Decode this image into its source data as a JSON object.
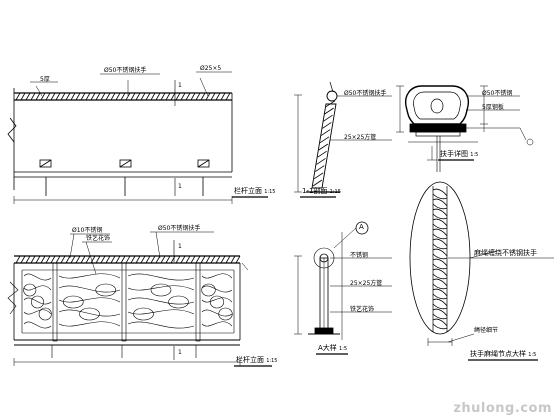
{
  "views": {
    "railing_top": {
      "title": "栏杆立面",
      "scale": "1:15",
      "section_mark_top": "1",
      "section_mark_bottom": "1",
      "callouts": [
        "5厚",
        "Ø50不锈钢扶手",
        "Ø25×5"
      ]
    },
    "section_1": {
      "title": "1-1剖面",
      "scale": "1:15",
      "callouts": [
        "Ø50不锈钢扶手",
        "25×25方管"
      ]
    },
    "handrail_detail": {
      "title": "扶手详图",
      "scale": "1:5",
      "callouts": [
        "Ø50不锈钢",
        "5厚钢板"
      ]
    },
    "railing_bottom": {
      "title": "栏杆立面",
      "scale": "1:15",
      "section_mark_top": "1",
      "section_mark_bottom": "1",
      "callouts": [
        "Ø10不锈钢",
        "铁艺花饰",
        "Ø50不锈钢扶手"
      ]
    },
    "detail_a": {
      "title": "A大样",
      "scale": "1:5",
      "marker": "A",
      "callouts": [
        "不锈钢",
        "25×25方管",
        "铁艺花饰"
      ]
    },
    "rope_detail": {
      "title": "扶手麻绳节点大样",
      "scale": "1:5",
      "callouts": [
        "麻绳缠绕不锈钢扶手"
      ],
      "note": "绳径细节"
    }
  },
  "watermark": "zhulong.com"
}
